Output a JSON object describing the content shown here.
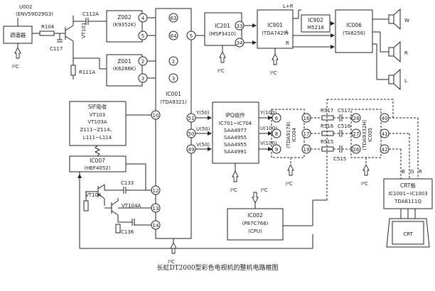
{
  "caption": "长虹DT2000型彩色电视机的整机电路框图",
  "i2c_label": "I²C",
  "tuner": {
    "label": "调谐器",
    "ref": "U002",
    "model": "(ENV59D29G3)"
  },
  "resistors": {
    "r104": "R104",
    "r111a": "R111A",
    "r517": "R517",
    "r516": "R516",
    "r515": "R515"
  },
  "capacitors": {
    "c112a": "C112A",
    "c117": "C117",
    "c133": "C133",
    "c136": "C136",
    "c517": "C517",
    "c516": "C516",
    "c515": "C515"
  },
  "transistors": {
    "vt101": "VT101",
    "vt104": "VT104",
    "vt104a": "VT104A"
  },
  "z002": {
    "ref": "Z002",
    "model": "(K9352K)"
  },
  "z001": {
    "ref": "Z001",
    "model": "(K6286K)"
  },
  "ic001": {
    "ref": "IC001",
    "model": "(TDA9321)"
  },
  "ic201": {
    "ref": "IC201",
    "model": "(MSP3410)"
  },
  "ic901": {
    "ref": "IC901",
    "model": "(TDA7429)"
  },
  "ic902": {
    "ref": "IC902",
    "model": "M5218"
  },
  "ic006": {
    "ref": "IC006",
    "model": "(TA8256)"
  },
  "sif": {
    "title": "SIF吸收",
    "line1": "VT103",
    "line2": "VT103A",
    "line3": "Z111~Z114、",
    "line4": "L111~L114"
  },
  "ic007": {
    "ref": "IC007",
    "model": "(HEF4052)"
  },
  "ipq": {
    "title": "IPQ组件",
    "line1": "IC701~IC704",
    "line2": "SAA4977",
    "line3": "SAA4955",
    "line4": "SAA4955",
    "line5": "SAA4991"
  },
  "ic004": {
    "ref": "IC004",
    "model": "(TDA9178)"
  },
  "ic005": {
    "ref": "IC005",
    "model": "(TDA9332H)"
  },
  "ic002": {
    "ref": "IC002",
    "model": "(P87C766)",
    "func": "(CPU)"
  },
  "crt_board": {
    "title": "CRT板",
    "line1": "IC1001~IC1003",
    "line2": "TDA6111Q"
  },
  "crt": "CRT",
  "signals": {
    "y50": "Y(50)",
    "u50": "U(50)",
    "v50": "V(50)",
    "y100": "Y(100)",
    "u100": "U(100)",
    "v100": "V(100)",
    "lr": "L+R",
    "l": "L",
    "r": "R",
    "b": "B",
    "g": "G",
    "rr": "R"
  },
  "speakers": {
    "w": "W",
    "r": "R",
    "l": "L"
  },
  "pins": {
    "p4": "4",
    "p63": "63",
    "p5a": "5",
    "p64": "64",
    "p2a": "2",
    "p2b": "2",
    "p3a": "3",
    "p3b": "3",
    "p5": "5",
    "p10": "10",
    "p51": "51",
    "p50": "50",
    "p49": "49",
    "p12": "12",
    "p13": "13",
    "p14": "14",
    "p33": "33",
    "p34": "34",
    "p6": "6",
    "p8": "8",
    "p9": "9",
    "p16": "16",
    "p17": "17",
    "p19": "19",
    "p28": "28",
    "p27": "27",
    "p26": "26",
    "p40": "40",
    "p41": "41",
    "p42": "42"
  }
}
